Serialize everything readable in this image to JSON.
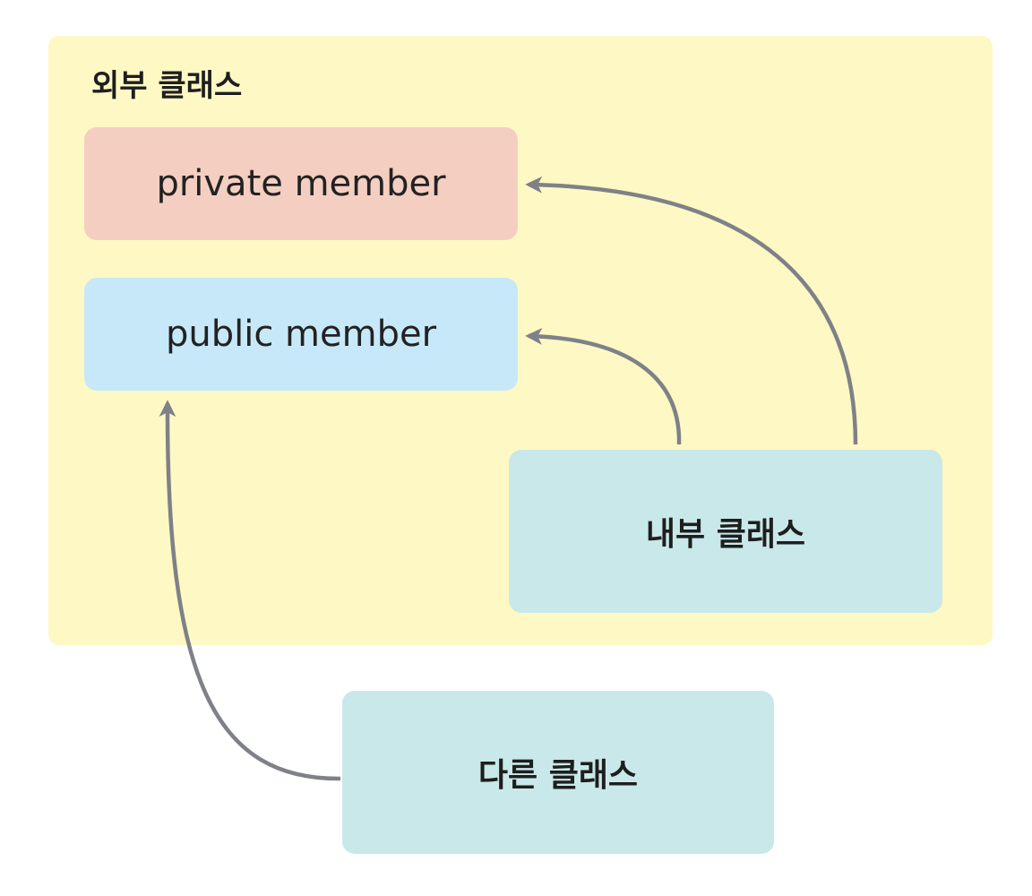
{
  "colors": {
    "outer_fill": "#FEF8C4",
    "private_fill": "#F4CFC1",
    "public_fill": "#C7E8F8",
    "class_fill": "#C9E8EA",
    "arrow": "#7F8188"
  },
  "outer_class": {
    "title": "외부 클래스",
    "private_member": "private member",
    "public_member": "public member"
  },
  "inner_class": {
    "label": "내부 클래스"
  },
  "other_class": {
    "label": "다른 클래스"
  },
  "arrows": [
    {
      "from": "inner_class",
      "to": "private_member"
    },
    {
      "from": "inner_class",
      "to": "public_member"
    },
    {
      "from": "other_class",
      "to": "public_member"
    }
  ]
}
